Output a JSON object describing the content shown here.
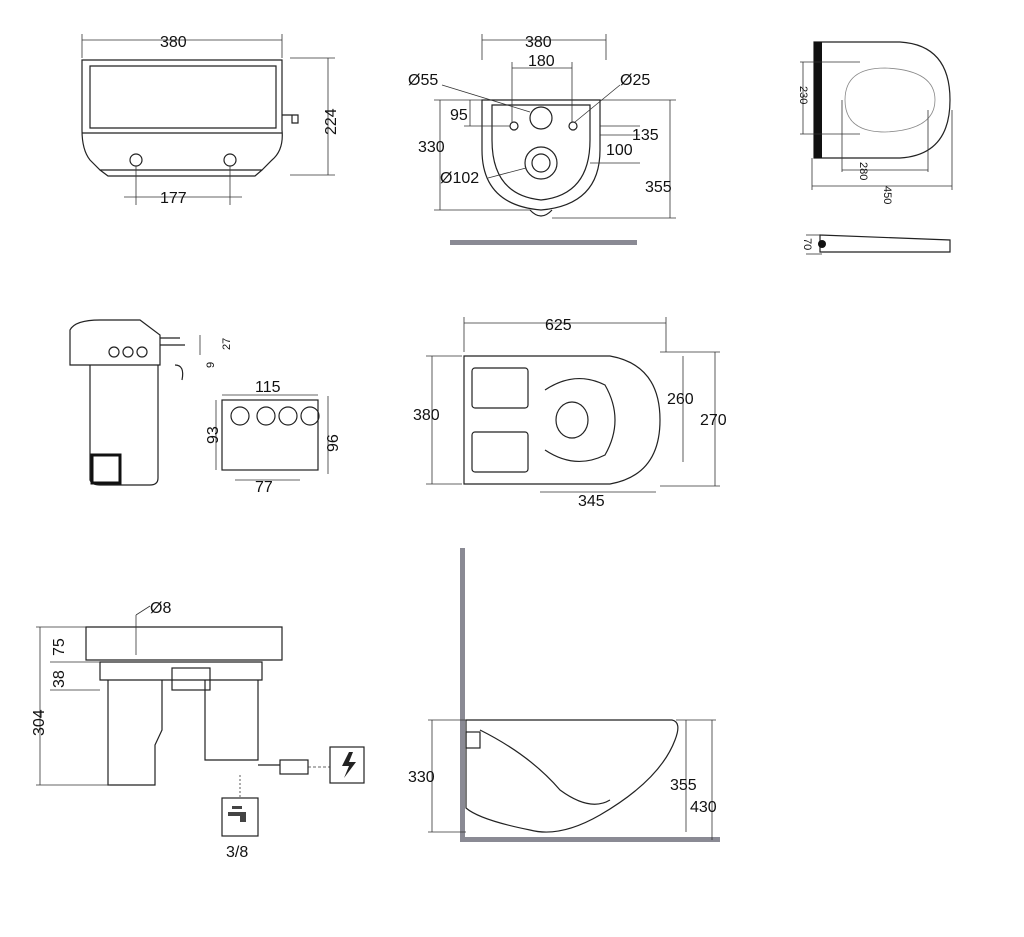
{
  "title": "Wall-hung WC with concealed cistern — technical drawing",
  "front_view": {
    "width": "380",
    "height": "224",
    "spacing": "177"
  },
  "bowl_top_view": {
    "width": "380",
    "inner_width": "180",
    "d55": "Ø55",
    "d25": "Ø25",
    "d95": "95",
    "d135": "135",
    "d330": "330",
    "d100": "100",
    "d102": "Ø102",
    "d355": "355"
  },
  "seat_view": {
    "d230": "230",
    "d280": "280",
    "d450": "450",
    "d70": "70"
  },
  "control_panel_view": {
    "d27": "27",
    "d9": "9",
    "d115": "115",
    "d93": "93",
    "d96": "96",
    "d77": "77"
  },
  "bowl_plan_view": {
    "d625": "625",
    "d380": "380",
    "d260": "260",
    "d270": "270",
    "d345": "345"
  },
  "cistern_section_view": {
    "d8": "Ø8",
    "d75": "75",
    "d38": "38",
    "d304": "304",
    "water_inlet": "3/8"
  },
  "side_view": {
    "d330": "330",
    "d355": "355",
    "d430": "430"
  }
}
